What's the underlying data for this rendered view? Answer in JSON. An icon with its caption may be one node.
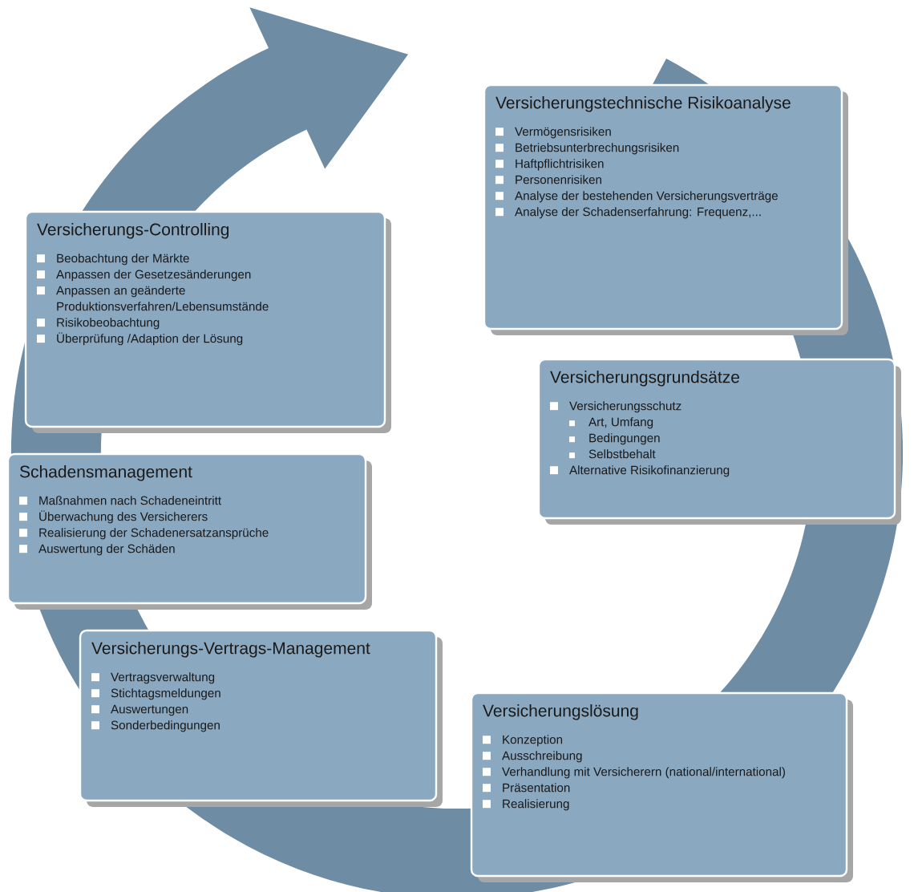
{
  "diagram": {
    "nodes": [
      {
        "text": [
          "Versicherungstechnische Risikoanalyse",
          "Vermögensrisiken",
          "Betriebsunterbrechungsrisiken",
          "Haftpflichtrisiken",
          "Personenrisiken",
          "Analyse der bestehenden Versicherungsverträge",
          "Analyse der Schadenserfahrung: Frequenz,..."
        ]
      },
      {
        "text": [
          "Versicherungsgrundsätze",
          "Versicherungsschutz",
          "Art, Umfang",
          "Bedingungen",
          "Selbstbehalt",
          "Alternative Risikofinanzierung"
        ]
      },
      {
        "text": [
          "Versicherungslösung",
          "Konzeption",
          "Ausschreibung",
          "Verhandlung mit Versicherern (national/international)",
          "Präsentation",
          "Realisierung"
        ]
      },
      {
        "text": [
          "Versicherungs-Vertrags-Management",
          "Vertragsverwaltung",
          "Stichtagsmeldungen",
          "Auswertungen",
          "Sonderbedingungen"
        ]
      },
      {
        "text": [
          "Schadensmanagement",
          "Maßnahmen nach Schadeneintritt",
          "Überwachung des Versicherers",
          "Realisierung der Schadenersatzansprüche",
          "Auswertung der Schäden"
        ]
      },
      {
        "text": [
          "Versicherungs-Controlling",
          "Beobachtung der Märkte",
          "Anpassen der Gesetzesänderungen",
          "Anpassen an geänderte Produktionsverfahren/Lebensumstände",
          "Risikobeobachtung",
          "Überprüfung /Adaption der Lösung"
        ]
      }
    ]
  }
}
